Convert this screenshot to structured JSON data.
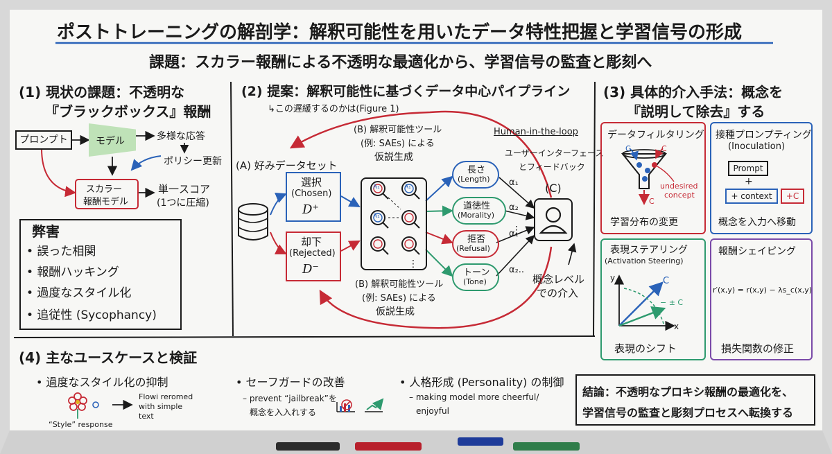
{
  "title": "ポストトレーニングの解剖学：解釈可能性を用いたデータ特性把握と学習信号の形成",
  "subtitle": "課題：スカラー報酬による不透明な最適化から、学習信号の監査と彫刻へ",
  "s1": {
    "title_line1": "(1) 現状の課題：不透明な",
    "title_line2": "『ブラックボックス』報酬",
    "prompt": "プロンプト",
    "model": "モデル",
    "diverse": "多様な応答",
    "policy": "ポリシー更新",
    "rm_line1": "スカラー",
    "rm_line2": "報酬モデル",
    "single_line1": "単一スコア",
    "single_line2": "(1つに圧縮)",
    "harms_title": "弊害",
    "harms": [
      "• 誤った相関",
      "• 報酬ハッキング",
      "• 過度なスタイル化",
      "• 追従性 (Sycophancy)"
    ]
  },
  "s2": {
    "title": "(2) 提案：解釈可能性に基づくデータ中心パイプライン",
    "note": "↳この遅緩するのかは(Figure 1)",
    "hitl": "Human-in-the-loop",
    "ui_line1": "ユーザーインターフェース",
    "ui_line2": "とフィードバック",
    "a_label": "(A) 好みデータセット",
    "chosen_jp": "選択",
    "chosen_en": "(Chosen)",
    "chosen_sym": "D⁺",
    "rejected_jp": "却下",
    "rejected_en": "(Rejected)",
    "rejected_sym": "D⁻",
    "b_top": [
      "(B) 解釈可能性ツール",
      "(例: SAEs) による",
      "仮説生成"
    ],
    "b_bottom": [
      "(B) 解釈可能性ツール",
      "(例: SAEs) による",
      "仮説生成"
    ],
    "features": [
      {
        "jp": "長さ",
        "en": "(Length)",
        "alpha": "α₁"
      },
      {
        "jp": "道徳性",
        "en": "(Morality)",
        "alpha": "α₂"
      },
      {
        "jp": "拒否",
        "en": "(Refusal)",
        "alpha": "α₁"
      },
      {
        "jp": "トーン",
        "en": "(Tone)",
        "alpha": "α₂.."
      }
    ],
    "c_label": "(C)",
    "concept_line1": "概念レベル",
    "concept_line2": "での介入",
    "mag_labels": [
      "A₁",
      "A₁",
      "A₁"
    ]
  },
  "s3": {
    "title_line1": "(3) 具体的介入手法：概念を",
    "title_line2": "『説明して除去』する",
    "filter_title": "データフィルタリング",
    "filter_undesired": "undesired",
    "filter_concept": "concept",
    "filter_c": "C",
    "filter_caption": "学習分布の変更",
    "inoc_title_line1": "接種プロンプティング",
    "inoc_title_line2": "(Inoculation)",
    "inoc_prompt": "Prompt",
    "inoc_plus": "+",
    "inoc_context": "+ context",
    "inoc_c": "+C",
    "inoc_caption": "概念を入力へ移動",
    "steer_title_line1": "表現ステアリング",
    "steer_title_line2": "(Activation Steering)",
    "steer_y": "y",
    "steer_x": "x",
    "steer_c": "C",
    "steer_pm": "− ± C",
    "steer_caption": "表現のシフト",
    "reward_title": "報酬シェイピング",
    "reward_formula": "r′(x,y) = r(x,y) − λs_c(x,y)",
    "reward_caption": "損失関数の修正"
  },
  "s4": {
    "title": "(4) 主なユースケースと検証",
    "case1": "• 過度なスタイル化の抑制",
    "case1_note": [
      "Flowi reromed",
      "with simple",
      "text"
    ],
    "case1_caption": "“Style” response",
    "case2": "• セーフガードの改善",
    "case2_note_line1": "– prevent “jailbreak”を",
    "case2_note_line2": "概念を入入れする",
    "case3": "• 人格形成 (Personality) の制御",
    "case3_note_line1": "– making model more cheerful/",
    "case3_note_line2": "enjoyful"
  },
  "conclusion": {
    "line1": "結論：不透明なプロキシ報酬の最適化を、",
    "line2": "学習信号の監査と彫刻プロセスへ転換する"
  },
  "colors": {
    "red": "#c62a35",
    "blue": "#2a62b8",
    "green": "#2e9a6e",
    "purple": "#7a4aa8",
    "ink": "#1a1a1a"
  }
}
